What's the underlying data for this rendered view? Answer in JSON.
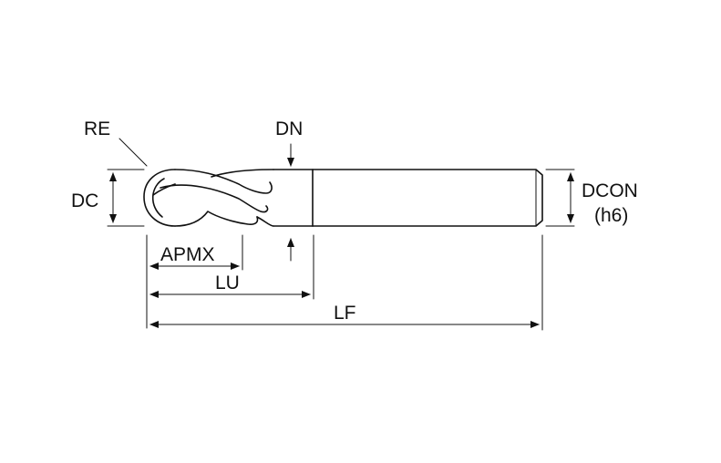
{
  "labels": {
    "re": "RE",
    "dn": "DN",
    "dc": "DC",
    "dcon_line1": "DCON",
    "dcon_line2": "(h6)",
    "apmx": "APMX",
    "lu": "LU",
    "lf": "LF"
  },
  "colors": {
    "line": "#111111",
    "background": "#ffffff"
  }
}
